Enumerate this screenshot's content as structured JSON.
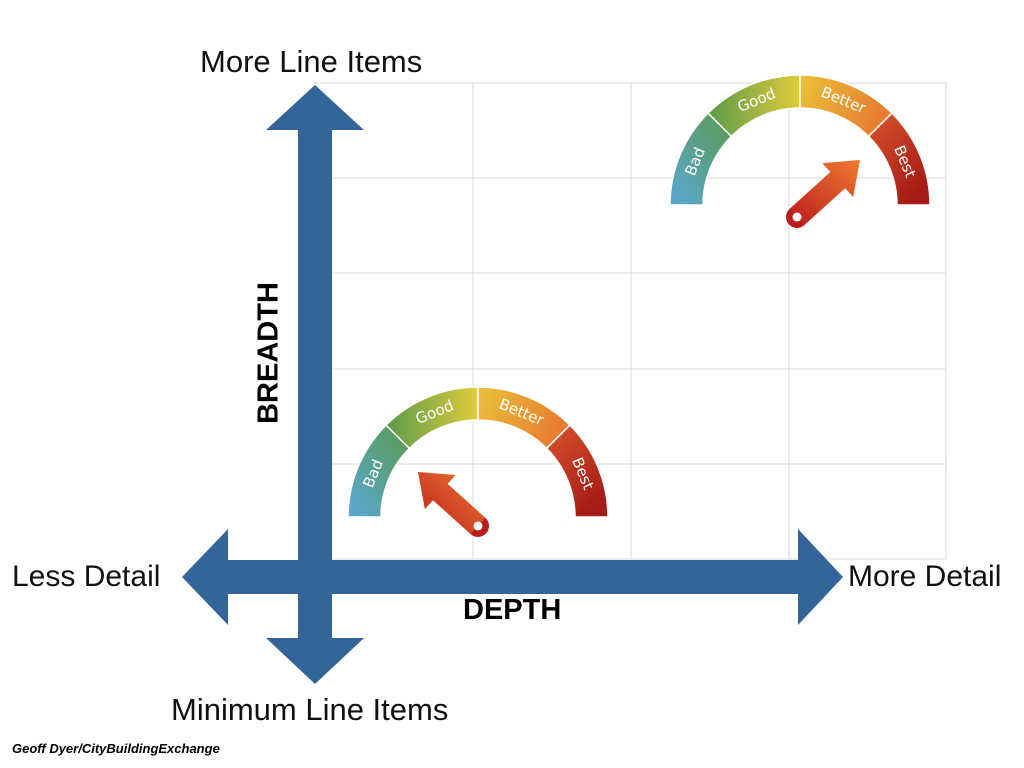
{
  "labels": {
    "top": "More Line Items",
    "bottom": "Minimum Line Items",
    "left": "Less Detail",
    "right": "More Detail",
    "vertical_axis": "BREADTH",
    "horizontal_axis": "DEPTH"
  },
  "credit": "Geoff Dyer/CityBuildingExchange",
  "gauges": [
    {
      "segments": [
        "Bad",
        "Good",
        "Better",
        "Best"
      ],
      "needle": "Good",
      "needle_colors": [
        "#f07a30",
        "#b91c1c"
      ]
    },
    {
      "segments": [
        "Bad",
        "Good",
        "Better",
        "Best"
      ],
      "needle": "Better",
      "needle_colors": [
        "#f07a30",
        "#b91c1c"
      ]
    }
  ],
  "colors": {
    "arrow": "#33659b",
    "grid": "#d9d9d9",
    "segment_gradients": [
      [
        "#5aa8d8",
        "#5a9a4a"
      ],
      [
        "#5a9a4a",
        "#e2cc3a"
      ],
      [
        "#e9c23a",
        "#e87c30"
      ],
      [
        "#d9532c",
        "#a51b16"
      ]
    ]
  }
}
